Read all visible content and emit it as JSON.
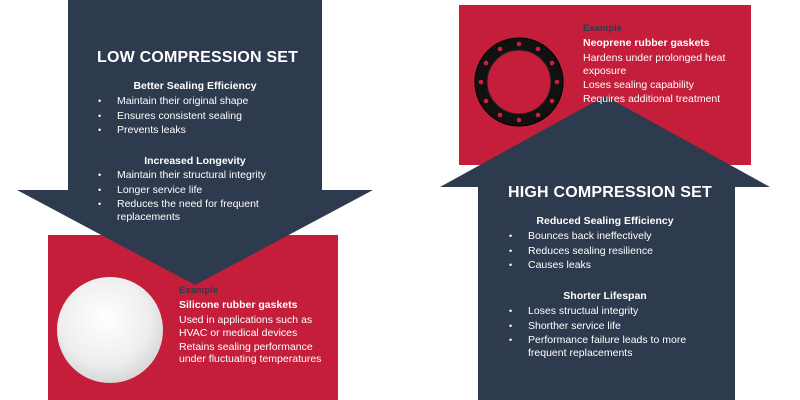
{
  "colors": {
    "navy": "#2e3a4d",
    "red": "#c41e3a",
    "white": "#ffffff"
  },
  "low": {
    "title": "LOW COMPRESSION SET",
    "sections": [
      {
        "heading": "Better Sealing Efficiency",
        "items": [
          "Maintain their original shape",
          "Ensures consistent sealing",
          "Prevents leaks"
        ]
      },
      {
        "heading": "Increased Longevity",
        "items": [
          "Maintain their structural integrity",
          "Longer service life",
          "Reduces the need for frequent replacements"
        ]
      }
    ],
    "example": {
      "label": "Example",
      "name": "Silicone rubber gaskets",
      "lines": [
        "Used in applications such as HVAC or medical devices",
        "Retains sealing performance under fluctuating temperatures"
      ],
      "image_icon": "white-silicone-gasket-disc"
    }
  },
  "high": {
    "title": "HIGH COMPRESSION SET",
    "sections": [
      {
        "heading": "Reduced Sealing Efficiency",
        "items": [
          "Bounces back ineffectively",
          "Reduces sealing resilience",
          "Causes leaks"
        ]
      },
      {
        "heading": "Shorter Lifespan",
        "items": [
          "Loses structual integrity",
          "Shorther service life",
          "Performance failure leads to more frequent replacements"
        ]
      }
    ],
    "example": {
      "label": "Example",
      "name": "Neoprene rubber gaskets",
      "lines": [
        "Hardens under prolonged heat exposure",
        "Loses sealing capability",
        "Requires additional treatment"
      ],
      "image_icon": "black-neoprene-ring-gasket"
    }
  }
}
